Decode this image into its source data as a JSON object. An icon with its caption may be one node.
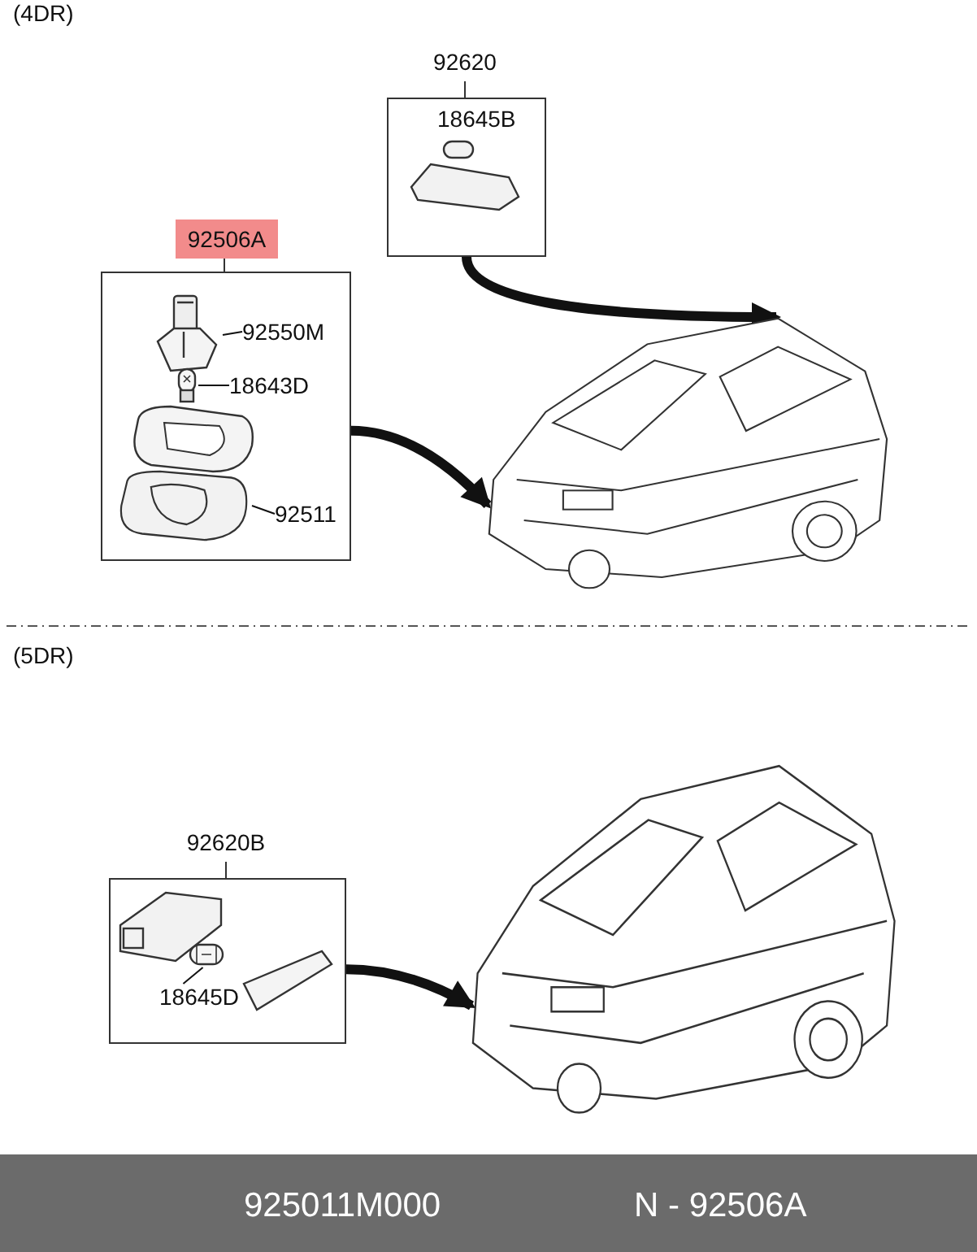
{
  "diagram": {
    "nodes": [
      {
        "text": [
          "92620",
          "18645B"
        ]
      },
      {
        "text": [
          "92506A"
        ]
      },
      {
        "text": [
          "92550M"
        ],
        "in": 1
      },
      {
        "text": [],
        "shape": "picture",
        "in": 1
      },
      {
        "text": [
          "18643D"
        ],
        "in": 1
      },
      {
        "text": [],
        "shape": "picture",
        "in": 1
      },
      {
        "text": [
          "92511"
        ],
        "in": 1
      },
      {
        "text": [],
        "shape": "picture",
        "in": 1
      },
      {
        "text": [],
        "shape": "picture"
      },
      {
        "text": [
          "92620B"
        ]
      },
      {
        "text": [
          "18645D"
        ],
        "in": 9
      },
      {
        "text": [],
        "shape": "picture",
        "in": 9
      },
      {
        "text": [],
        "shape": "picture"
      }
    ],
    "edges": [
      {
        "from": 2,
        "to": 3,
        "arrow": "none"
      },
      {
        "from": 4,
        "to": 5,
        "arrow": "none"
      },
      {
        "from": 6,
        "to": 7,
        "arrow": "none"
      },
      {
        "from": 0,
        "to": 8,
        "arrow": "to",
        "style": "thick"
      },
      {
        "from": 1,
        "to": 8,
        "arrow": "to",
        "style": "thick"
      },
      {
        "from": 10,
        "to": 11,
        "arrow": "none"
      },
      {
        "from": 9,
        "to": 12,
        "arrow": "to",
        "style": "thick"
      }
    ],
    "labels": [
      "(4DR)",
      "(5DR)",
      "925011M000",
      "N - 92506A"
    ]
  }
}
